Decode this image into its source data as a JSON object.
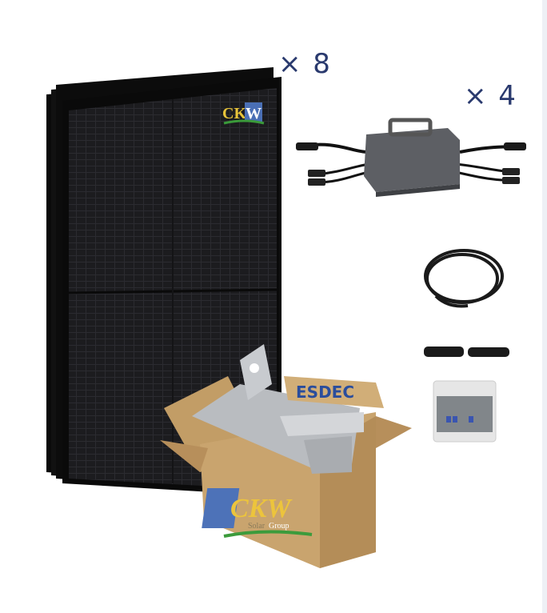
{
  "panel_quantity": "× 8",
  "inverter_quantity": "× 4",
  "box_label": "ESDEC",
  "logo": {
    "main": "CKW",
    "sub1": "Solar",
    "sub2": "Group"
  },
  "colors": {
    "quantity_text": "#2a3a6e",
    "box": "#c9a46e",
    "esdec": "#2a4d9c",
    "panel": "#1b1b1d"
  }
}
